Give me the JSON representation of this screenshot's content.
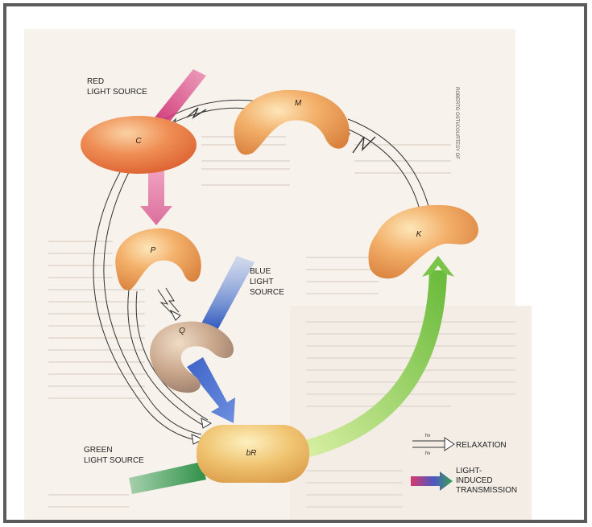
{
  "diagram": {
    "red_light_label": [
      "RED",
      "LIGHT SOURCE"
    ],
    "blue_light_label": [
      "BLUE",
      "LIGHT",
      "SOURCE"
    ],
    "green_light_label": [
      "GREEN",
      "LIGHT SOURCE"
    ],
    "states": {
      "m": "M",
      "c": "C",
      "p": "P",
      "q": "Q",
      "k": "K",
      "br": "bR"
    },
    "side_credit": "ROBERTO OSTI/COURTESY OF",
    "legend": {
      "relaxation_label": "RELAXATION",
      "relaxation_tag_1": "hν",
      "relaxation_tag_2": "hν",
      "light_label": [
        "LIGHT-",
        "INDUCED",
        "TRANSMISSION"
      ]
    },
    "colors": {
      "red_light": "#d23a78",
      "blue_light": "#2f5fc2",
      "green_light": "#6bbb3c",
      "protein": "#f2a45a",
      "protein_q": "#b89a86",
      "page_bg": "#f7f1ea"
    }
  }
}
